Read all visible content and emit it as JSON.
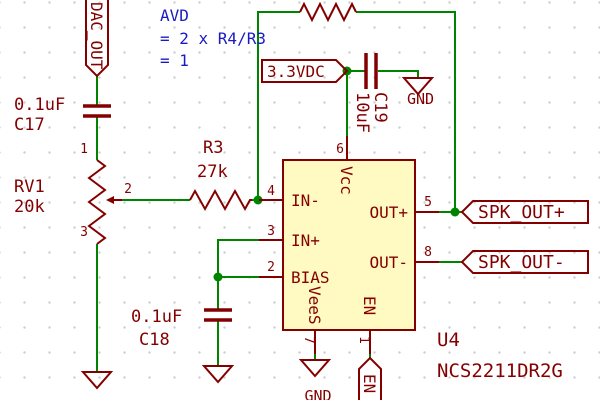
{
  "colors": {
    "background": "#FFFFFF",
    "grid_dot": "#CCCCCC",
    "wire_green": "#008400",
    "symbol_maroon": "#840000",
    "body_fill": "#FFF9C2",
    "note_blue": "#1A1AC4"
  },
  "notes": {
    "line1": "AVD",
    "line2": "= 2 x R4/R3",
    "line3": "= 1"
  },
  "labels": {
    "dac_out": "DAC_OUT",
    "power_3v3": "3.3VDC",
    "spk_out_plus": "SPK_OUT+",
    "spk_out_minus": "SPK_OUT-",
    "enable": "EN",
    "gnd_right": "GND",
    "gnd_bottom": "GND"
  },
  "components": {
    "c17": {
      "ref": "C17",
      "value": "0.1uF"
    },
    "c18": {
      "ref": "C18",
      "value": "0.1uF"
    },
    "c19": {
      "ref": "C19",
      "value": "10uF"
    },
    "rv1": {
      "ref": "RV1",
      "value": "20k",
      "pin1": "1",
      "pin2": "2",
      "pin3": "3"
    },
    "r3": {
      "ref": "R3",
      "value": "27k"
    },
    "u4": {
      "ref": "U4",
      "value": "NCS2211DR2G",
      "pins": {
        "in_minus": {
          "name": "IN-",
          "num": "4"
        },
        "in_plus": {
          "name": "IN+",
          "num": "3"
        },
        "bias": {
          "name": "BIAS",
          "num": "2"
        },
        "vcc": {
          "name": "Vcc",
          "num": "6"
        },
        "out_plus": {
          "name": "OUT+",
          "num": "5"
        },
        "out_minus": {
          "name": "OUT-",
          "num": "8"
        },
        "vees": {
          "name": "VeeS",
          "num": "7"
        },
        "en": {
          "name": "EN",
          "num": "1"
        }
      }
    }
  }
}
